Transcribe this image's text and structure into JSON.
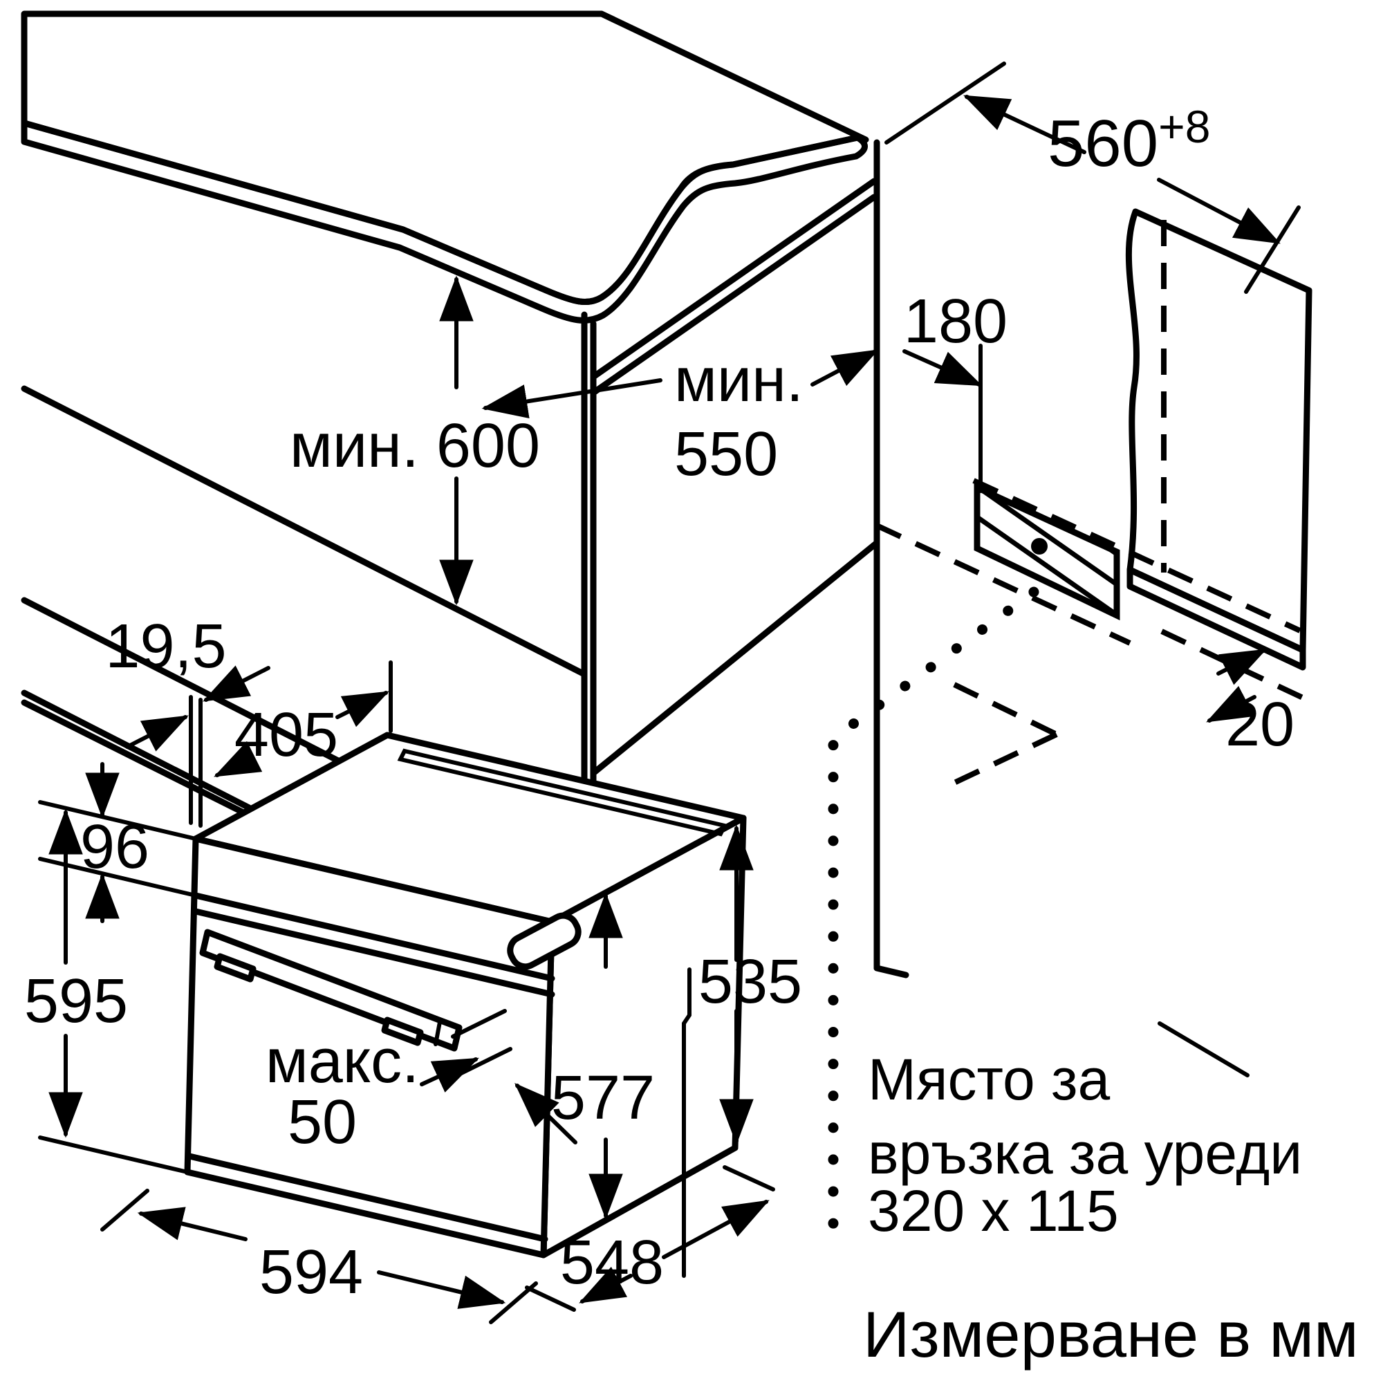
{
  "diagram": {
    "description": "Built-in oven installation dimension drawing",
    "units": "mm",
    "colors": {
      "line": "#000000",
      "worktop_surface": "#ececec",
      "worktop_edge_band": "#c9c9c9",
      "wall_surface": "#ececec",
      "wall_edge_band": "#c9c9c9",
      "background": "#ffffff"
    },
    "dimensions": {
      "niche_width": "560",
      "niche_width_tolerance": "+8",
      "rear_connection_offset": "180",
      "min_worktop_height": "мин. 600",
      "min_depth_label": "мин.",
      "min_depth_value": "550",
      "panel_setback": "19,5",
      "top_depth": "405",
      "panel_height": "96",
      "appliance_height": "595",
      "handle_max_label": "макс.",
      "handle_max_value": "50",
      "appliance_width": "594",
      "side_depth": "548",
      "door_height": "577",
      "side_height": "535",
      "rear_wall_gap": "20"
    },
    "notes": {
      "connection_line1": "Място за",
      "connection_line2": "връзка за уреди",
      "connection_line3": "320 x 115",
      "measurement_note": "Измерване в мм"
    }
  }
}
